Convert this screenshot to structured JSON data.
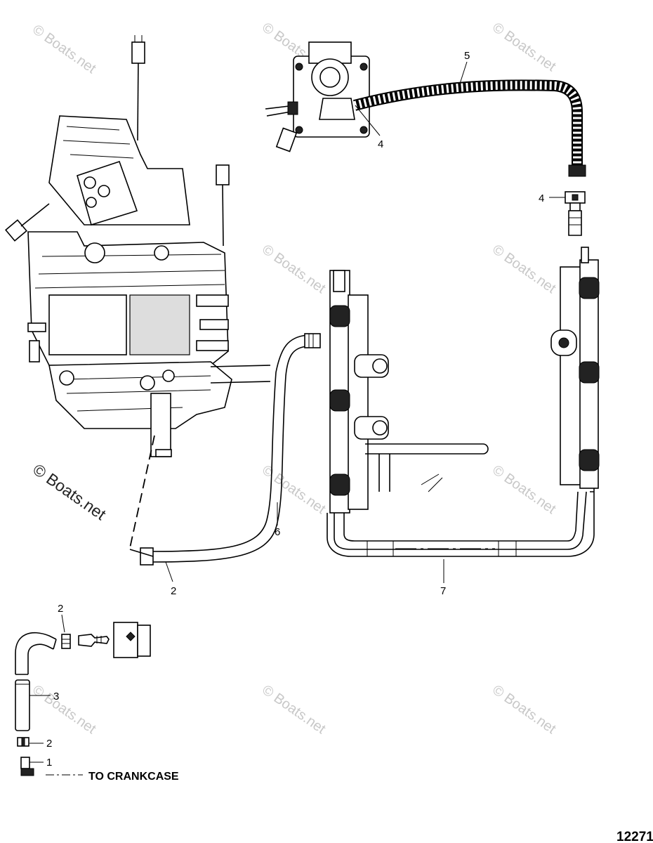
{
  "callouts": {
    "c1": "1",
    "c2_main": "2",
    "c2_detail_top": "2",
    "c2_detail_bottom": "2",
    "c3": "3",
    "c4_top": "4",
    "c4_right": "4",
    "c5": "5",
    "c6": "6",
    "c7": "7"
  },
  "note_to_crankcase": "TO CRANKCASE",
  "figure_number": "12271",
  "watermark": "© Boats.net"
}
